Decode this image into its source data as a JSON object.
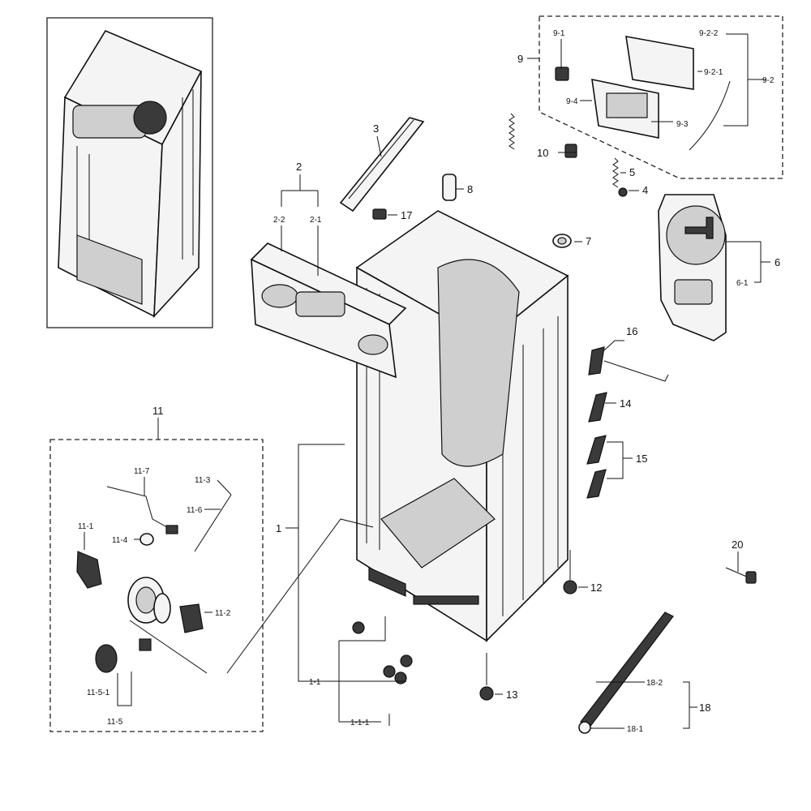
{
  "callouts": {
    "c1": "1",
    "c1_1": "1-1",
    "c1_1_1": "1-1-1",
    "c2": "2",
    "c2_1": "2-1",
    "c2_2": "2-2",
    "c3": "3",
    "c4": "4",
    "c5": "5",
    "c6": "6",
    "c6_1": "6-1",
    "c7": "7",
    "c8": "8",
    "c9": "9",
    "c9_1": "9-1",
    "c9_2": "9-2",
    "c9_2_1": "9-2-1",
    "c9_2_2": "9-2-2",
    "c9_3": "9-3",
    "c9_4": "9-4",
    "c10": "10",
    "c11": "11",
    "c11_1": "11-1",
    "c11_2": "11-2",
    "c11_3": "11-3",
    "c11_4": "11-4",
    "c11_5": "11-5",
    "c11_5_1": "11-5-1",
    "c11_6": "11-6",
    "c11_7": "11-7",
    "c12": "12",
    "c13": "13",
    "c14": "14",
    "c15": "15",
    "c16": "16",
    "c17": "17",
    "c18": "18",
    "c18_1": "18-1",
    "c18_2": "18-2",
    "c20": "20"
  },
  "colors": {
    "line": "#111111",
    "background": "#ffffff"
  }
}
